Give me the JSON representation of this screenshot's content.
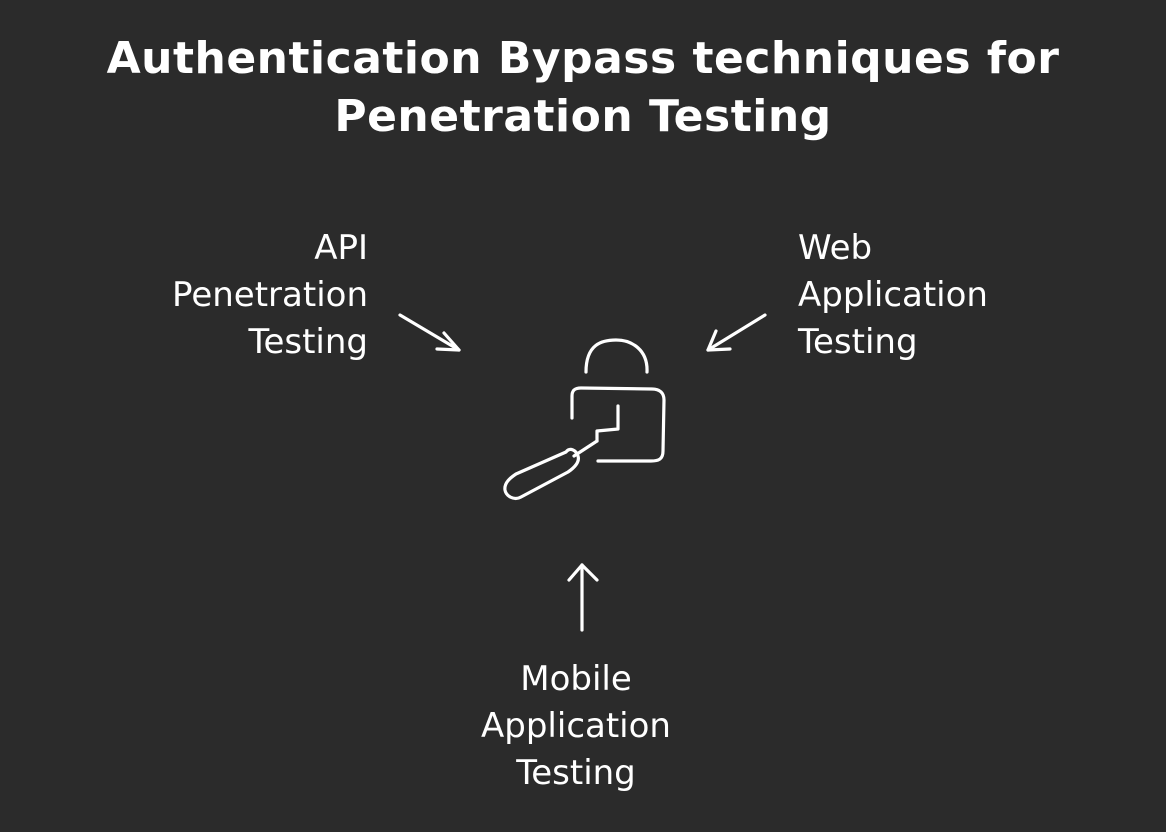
{
  "title": {
    "line1": "Authentication Bypass techniques for",
    "line2": "Penetration Testing"
  },
  "nodes": {
    "api": {
      "lines": [
        "API",
        "Penetration",
        "Testing"
      ]
    },
    "web": {
      "lines": [
        "Web",
        "Application",
        "Testing"
      ]
    },
    "mobile": {
      "lines": [
        "Mobile",
        "Application",
        "Testing"
      ]
    }
  },
  "center_icon": "lock-pick-icon",
  "colors": {
    "background": "#2b2b2b",
    "foreground": "#ffffff"
  }
}
